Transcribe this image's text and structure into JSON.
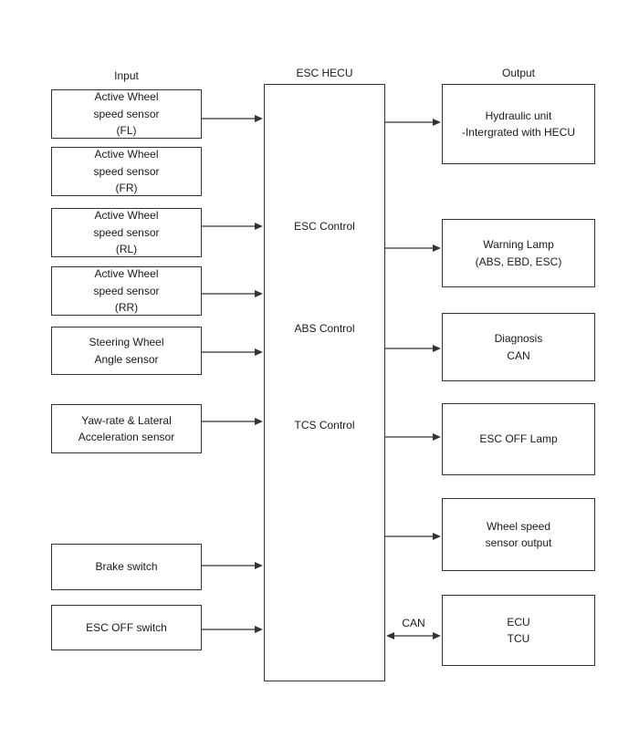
{
  "diagram": {
    "column_headers": {
      "input": "Input",
      "hecu": "ESC HECU",
      "output": "Output"
    },
    "inputs": [
      {
        "lines": [
          "Active Wheel",
          "speed sensor",
          "(FL)"
        ]
      },
      {
        "lines": [
          "Active Wheel",
          "speed sensor",
          "(FR)"
        ]
      },
      {
        "lines": [
          "Active Wheel",
          "speed sensor",
          "(RL)"
        ]
      },
      {
        "lines": [
          "Active Wheel",
          "speed sensor",
          "(RR)"
        ]
      },
      {
        "lines": [
          "Steering Wheel",
          "Angle sensor"
        ]
      },
      {
        "lines": [
          "Yaw-rate & Lateral",
          "Acceleration sensor"
        ]
      },
      {
        "lines": [
          "Brake switch"
        ]
      },
      {
        "lines": [
          "ESC OFF switch"
        ]
      }
    ],
    "hecu_functions": [
      "ESC Control",
      "ABS Control",
      "TCS Control"
    ],
    "outputs": [
      {
        "lines": [
          "Hydraulic unit",
          "-Intergrated with HECU"
        ]
      },
      {
        "lines": [
          "Warning Lamp",
          "(ABS, EBD, ESC)"
        ]
      },
      {
        "lines": [
          "Diagnosis",
          "CAN"
        ]
      },
      {
        "lines": [
          "ESC OFF Lamp"
        ]
      },
      {
        "lines": [
          "Wheel speed",
          "sensor output"
        ]
      },
      {
        "lines": [
          "ECU",
          "TCU"
        ]
      }
    ],
    "bus_label": "CAN",
    "colors": {
      "line": "#333333",
      "text": "#1a1a1a",
      "background": "#ffffff"
    }
  }
}
